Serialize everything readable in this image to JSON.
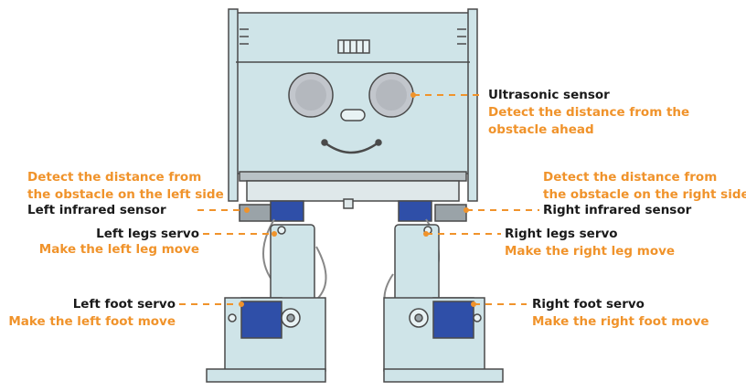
{
  "labels": {
    "ultrasonic": {
      "title": "Ultrasonic sensor",
      "desc1": "Detect the distance from the",
      "desc2": "obstacle ahead"
    },
    "left_ir": {
      "desc1": "Detect the distance from",
      "desc2": "the obstacle on the left side",
      "title": "Left infrared sensor"
    },
    "right_ir": {
      "desc1": "Detect the distance from",
      "desc2": "the obstacle on the right side",
      "title": "Right infrared sensor"
    },
    "left_legs": {
      "title": "Left legs servo",
      "desc": "Make the left leg move"
    },
    "right_legs": {
      "title": "Right legs servo",
      "desc": "Make the right leg move"
    },
    "left_foot": {
      "title": "Left foot servo",
      "desc": "Make the left foot move"
    },
    "right_foot": {
      "title": "Right foot servo",
      "desc": "Make the right foot move"
    }
  },
  "colors": {
    "body": "#cfe4e8",
    "outline": "#4a4a4a",
    "servo": "#2f4fa8",
    "accent": "#f0932b",
    "text": "#1a1a1a"
  }
}
